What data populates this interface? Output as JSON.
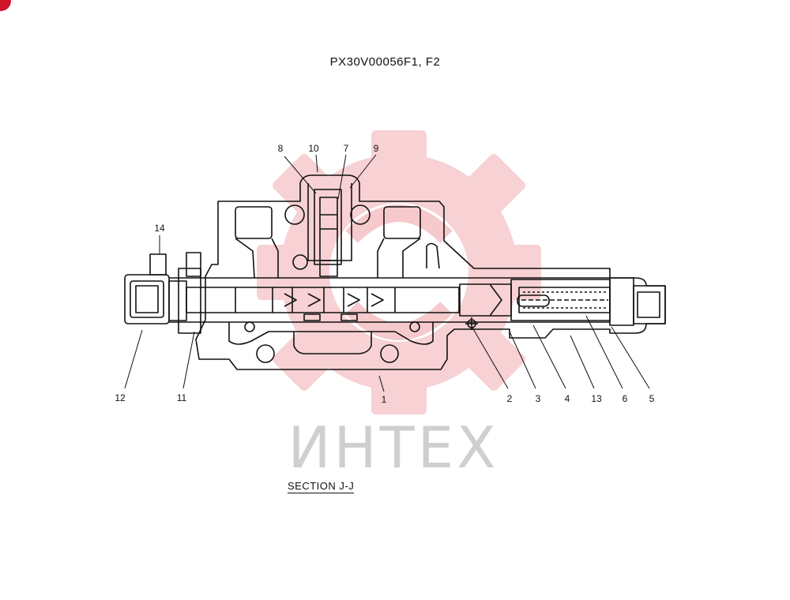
{
  "title": "PX30V00056F1, F2",
  "section_label": "SECTION J-J",
  "watermark": {
    "text": "ИНТЕХ",
    "gear_color": "#f6c9cc",
    "text_color": "#cfcfcf"
  },
  "callouts": {
    "c8": "8",
    "c10": "10",
    "c7": "7",
    "c9": "9",
    "c14": "14",
    "c12": "12",
    "c11": "11",
    "c1": "1",
    "c2": "2",
    "c3": "3",
    "c4": "4",
    "c13": "13",
    "c6": "6",
    "c5": "5"
  },
  "colors": {
    "line": "#111111",
    "accent": "#d0142c"
  }
}
